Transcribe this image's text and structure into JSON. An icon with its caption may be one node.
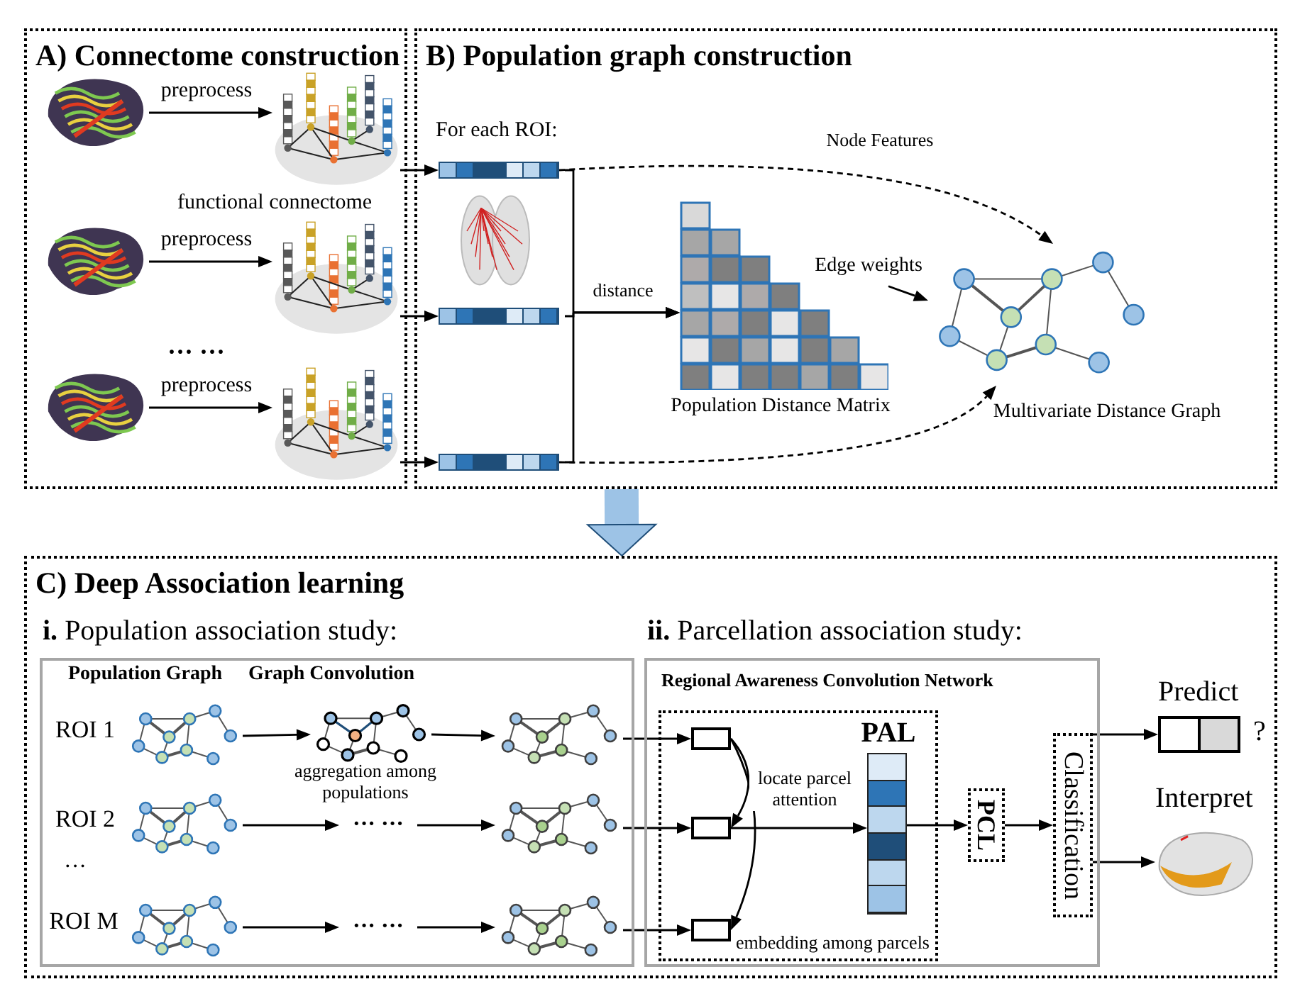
{
  "diagram": {
    "nodes": [
      {
        "text": [
          "A) Connectome construction"
        ]
      },
      {
        "text": [],
        "shape": "picture",
        "in": 0
      },
      {
        "text": [],
        "shape": "picture",
        "in": 0
      },
      {
        "text": [],
        "shape": "picture",
        "in": 0
      },
      {
        "text": [],
        "shape": "picture",
        "in": 0
      },
      {
        "text": [],
        "shape": "picture",
        "in": 0
      },
      {
        "text": [],
        "shape": "picture",
        "in": 0
      },
      {
        "text": [
          "B) Population graph construction"
        ]
      },
      {
        "text": [],
        "shape": "bar",
        "in": 7
      },
      {
        "text": [],
        "shape": "picture",
        "in": 7
      },
      {
        "text": [],
        "shape": "bar",
        "in": 7
      },
      {
        "text": [],
        "shape": "bar",
        "in": 7
      },
      {
        "text": [],
        "shape": "picture",
        "in": 7,
        "beside": [
          "Population Distance Matrix"
        ]
      },
      {
        "text": [],
        "shape": "picture",
        "in": 7,
        "beside": [
          "Multivariate Distance Graph"
        ]
      },
      {
        "text": [
          "C) Deep Association learning"
        ]
      },
      {
        "text": [
          "**i.** Population association study:"
        ],
        "in": 14
      },
      {
        "text": [],
        "shape": "picture",
        "in": 15,
        "beside": [
          "ROI 1"
        ]
      },
      {
        "text": [],
        "shape": "picture",
        "in": 15,
        "beside": [
          "aggregation among populations"
        ]
      },
      {
        "text": [],
        "shape": "picture",
        "in": 15
      },
      {
        "text": [],
        "shape": "picture",
        "in": 15,
        "beside": [
          "ROI 2"
        ]
      },
      {
        "text": [
          "··· ···"
        ],
        "in": 15
      },
      {
        "text": [],
        "shape": "picture",
        "in": 15
      },
      {
        "text": [],
        "shape": "picture",
        "in": 15,
        "beside": [
          "ROI M"
        ]
      },
      {
        "text": [
          "··· ···"
        ],
        "in": 15
      },
      {
        "text": [],
        "shape": "picture",
        "in": 15
      },
      {
        "text": [
          "**ii.** Parcellation association study:",
          "Regional Awareness Convolution Network"
        ],
        "in": 14
      },
      {
        "text": [
          "embedding among parcels"
        ],
        "in": 25
      },
      {
        "text": [],
        "shape": "box",
        "in": 26
      },
      {
        "text": [],
        "shape": "box",
        "in": 26
      },
      {
        "text": [],
        "shape": "box",
        "in": 26
      },
      {
        "text": [
          "PAL"
        ],
        "in": 26
      },
      {
        "text": [
          "PCL"
        ],
        "in": 25
      },
      {
        "text": [
          "Classification"
        ],
        "in": 25
      },
      {
        "text": [
          "Predict"
        ],
        "in": 14,
        "beside": [
          "?"
        ]
      },
      {
        "text": [
          "Interpret"
        ],
        "in": 14
      }
    ],
    "edges": [
      {
        "from": 1,
        "to": 2,
        "arrow": "to",
        "label": "preprocess"
      },
      {
        "from": 3,
        "to": 4,
        "arrow": "to",
        "label": "preprocess"
      },
      {
        "from": 5,
        "to": 6,
        "arrow": "to",
        "label": "preprocess"
      },
      {
        "from": 2,
        "to": 8,
        "arrow": "to"
      },
      {
        "from": 4,
        "to": 10,
        "arrow": "to"
      },
      {
        "from": 6,
        "to": 11,
        "arrow": "to"
      },
      {
        "from": 8,
        "to": 13,
        "arrow": "to",
        "label": "Node Features",
        "style": "dashed"
      },
      {
        "from": 8,
        "to": 12,
        "arrow": "to",
        "label": "distance"
      },
      {
        "from": 12,
        "to": 13,
        "arrow": "to",
        "label": "Edge weights"
      },
      {
        "from": 11,
        "to": 13,
        "arrow": "to",
        "style": "dashed"
      },
      {
        "from": 7,
        "to": 14,
        "arrow": "to",
        "style": "thick",
        "color": "#9dc3e6"
      },
      {
        "from": 16,
        "to": 17,
        "arrow": "to"
      },
      {
        "from": 17,
        "to": 18,
        "arrow": "to"
      },
      {
        "from": 19,
        "to": 20,
        "arrow": "to"
      },
      {
        "from": 20,
        "to": 21,
        "arrow": "to"
      },
      {
        "from": 22,
        "to": 23,
        "arrow": "to"
      },
      {
        "from": 23,
        "to": 24,
        "arrow": "to"
      },
      {
        "from": 18,
        "to": 27,
        "arrow": "to"
      },
      {
        "from": 21,
        "to": 28,
        "arrow": "to"
      },
      {
        "from": 24,
        "to": 29,
        "arrow": "to"
      },
      {
        "from": 27,
        "to": 28,
        "arrow": "to"
      },
      {
        "from": 27,
        "to": 29,
        "arrow": "to"
      },
      {
        "from": 28,
        "to": 30,
        "arrow": "to",
        "label": "locate parcel attention"
      },
      {
        "from": 30,
        "to": 31,
        "arrow": "to"
      },
      {
        "from": 31,
        "to": 32,
        "arrow": "to"
      },
      {
        "from": 32,
        "to": 33,
        "arrow": "to"
      },
      {
        "from": 32,
        "to": 34,
        "arrow": "to"
      },
      {
        "from": 10,
        "to": 12,
        "arrow": "to"
      },
      {
        "from": 11,
        "to": 12,
        "arrow": "to"
      }
    ],
    "labels": [
      "functional connectome",
      "··· ···",
      "For each ROI:",
      "Population Graph",
      "Graph Convolution",
      "···"
    ]
  }
}
